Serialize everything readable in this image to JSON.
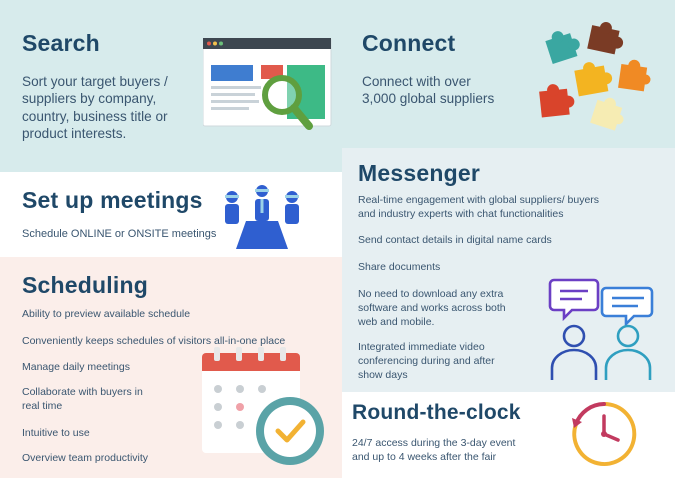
{
  "search": {
    "title": "Search",
    "desc_lines": [
      "Sort your target buyers /",
      "suppliers by company,",
      "country, business title or",
      "product interests."
    ]
  },
  "connect": {
    "title": "Connect",
    "desc_lines": [
      "Connect with over",
      "3,000 global suppliers"
    ]
  },
  "meetings": {
    "title": "Set up meetings",
    "desc": "Schedule ONLINE or ONSITE meetings"
  },
  "messenger": {
    "title": "Messenger",
    "items": [
      [
        "Real-time engagement with global suppliers/ buyers",
        "and industry experts with chat functionalities"
      ],
      [
        "Send contact details in digital name cards"
      ],
      [
        "Share documents"
      ],
      [
        "No need to download any extra",
        "software and works across both",
        "web and mobile."
      ],
      [
        "Integrated immediate video",
        "conferencing during and after",
        "show days"
      ]
    ]
  },
  "scheduling": {
    "title": "Scheduling",
    "items": [
      [
        "Ability to preview available schedule"
      ],
      [
        "Conveniently keeps schedules of visitors all-in-one place"
      ],
      [
        "Manage daily meetings"
      ],
      [
        "Collaborate with buyers in",
        "real time"
      ],
      [
        "Intuitive to use"
      ],
      [
        "Overview team productivity"
      ]
    ]
  },
  "round_clock": {
    "title": "Round-the-clock",
    "desc_lines": [
      "24/7 access during the 3-day event",
      "and up to 4 weeks after the fair"
    ]
  },
  "colors": {
    "search_bg": "#d7ebec",
    "connect_bg": "#d7ebec",
    "meetings_bg": "#ffffff",
    "messenger_bg": "#e6eff2",
    "scheduling_bg": "#fbeeea",
    "clock_bg": "#ffffff",
    "title": "#1f4868",
    "accent_red": "#e15a4c",
    "accent_teal": "#4e9fa3"
  },
  "icons": [
    "browser-search-icon",
    "puzzle-pieces-icon",
    "meeting-people-icon",
    "chat-users-icon",
    "calendar-clock-icon",
    "clock-icon"
  ]
}
